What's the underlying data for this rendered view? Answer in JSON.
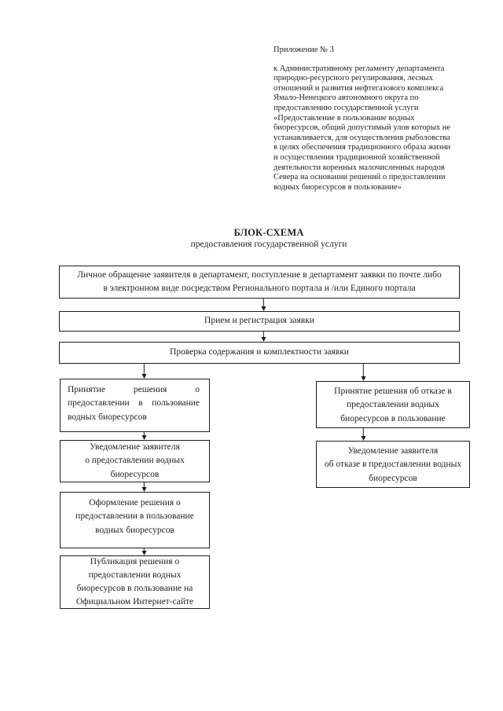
{
  "colors": {
    "paper": "#ffffff",
    "ink": "#1f1f1f",
    "line": "#1c1c1c"
  },
  "header": {
    "appendix_label": "Приложение № 3",
    "appendix_reference": "к Административному регламенту департамента\nприродно-ресурсного регулирования, лесных\nотношений и развития нефтегазового комплекса\nЯмало-Ненецкого автономного округа по\nпредоставлению государственной услуги\n«Предоставление в пользование водных\nбиоресурсов, общий допустимый улов которых не\nустанавливается, для осуществления рыболовства\nв целях обеспечения традиционного образа жизни\nи осуществления традиционной хозяйственной\nдеятельности коренных малочисленных народов\nСевера на основании решений о предоставлении\nводных биоресурсов в пользование»",
    "title": "БЛОК-СХЕМА",
    "subtitle": "предоставления государственной услуги"
  },
  "flowchart": {
    "nodes": {
      "intake": {
        "text": "Личное обращение заявителя в департамент, поступление в департамент заявки по почте либо\nв электронном виде посредством Регионального портала и /или Единого портала"
      },
      "registration": {
        "text": "Прием и регистрация заявки"
      },
      "verification": {
        "text": "Проверка содержания и комплектности заявки"
      },
      "grant_decision": {
        "text": "Принятие решения о предоставлении в пользование водных биоресурсов"
      },
      "refusal_decision": {
        "text": "Принятие решения об отказе в\nпредоставлении водных\nбиоресурсов в пользование"
      },
      "grant_notification": {
        "text": "Уведомление заявителя\nо предоставлении водных\nбиоресурсов"
      },
      "refusal_notification": {
        "text": "Уведомление заявителя\nоб отказе в предоставлении водных\nбиоресурсов"
      },
      "decision_execution": {
        "text": "Оформление решения о\nпредоставлении в пользование\nводных биоресурсов"
      },
      "decision_publication": {
        "text": "Публикация решения о\nпредоставлении водных\nбиоресурсов в пользование на\nОфициальном Интернет-сайте"
      }
    },
    "edges": [
      {
        "from": "intake",
        "to": "registration"
      },
      {
        "from": "registration",
        "to": "verification"
      },
      {
        "from": "verification",
        "to": "grant_decision"
      },
      {
        "from": "verification",
        "to": "refusal_decision"
      },
      {
        "from": "grant_decision",
        "to": "grant_notification"
      },
      {
        "from": "refusal_decision",
        "to": "refusal_notification"
      },
      {
        "from": "grant_notification",
        "to": "decision_execution"
      },
      {
        "from": "decision_execution",
        "to": "decision_publication"
      }
    ]
  }
}
